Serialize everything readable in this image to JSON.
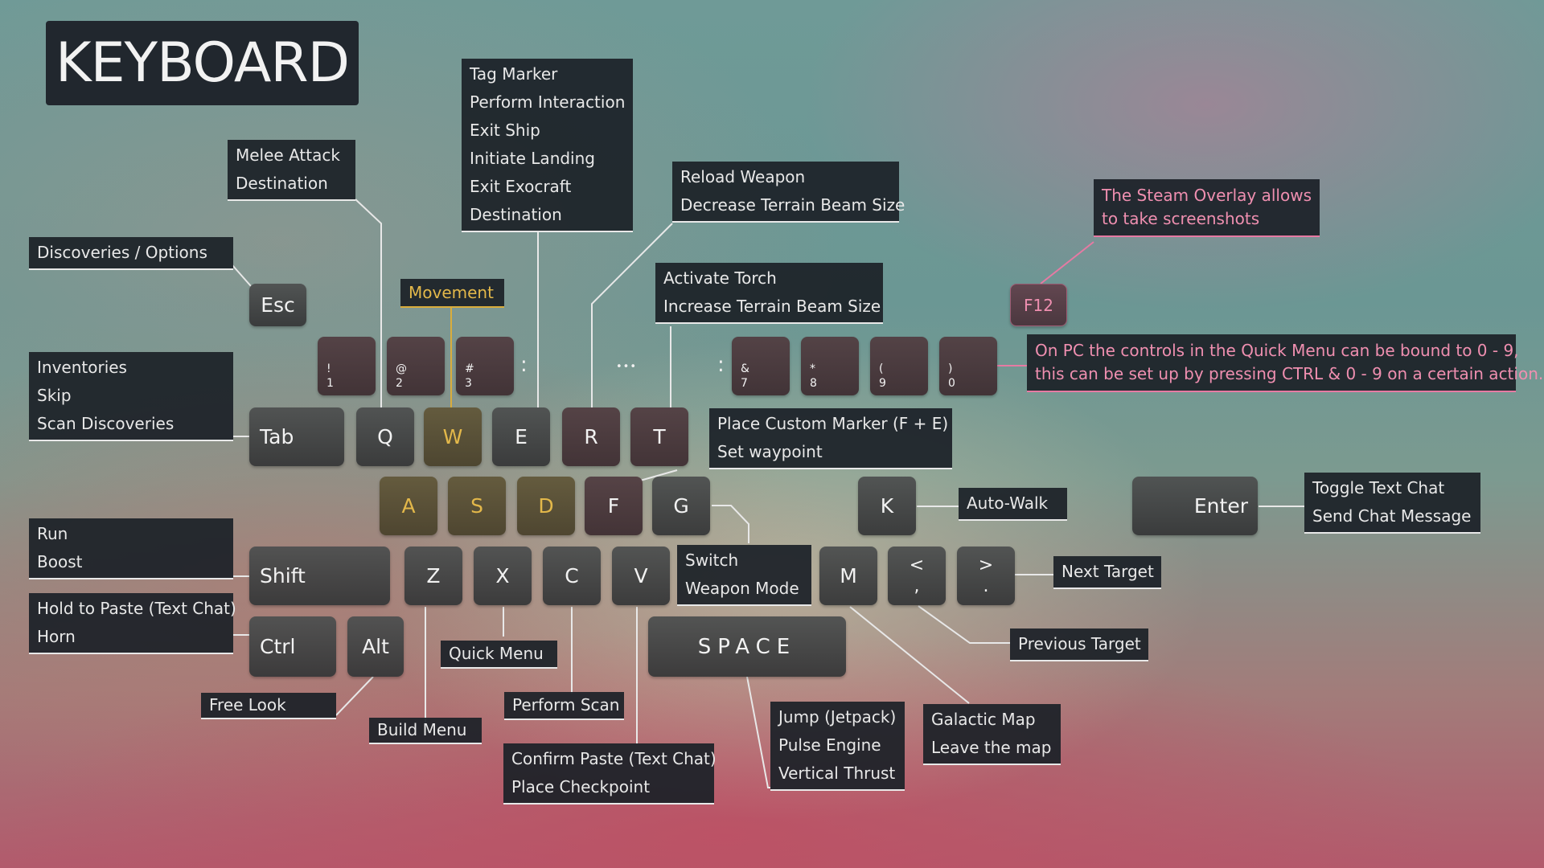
{
  "title": "KEYBOARD",
  "accent_colors": {
    "gold": "#e3b84a",
    "pink": "#ef8fb0",
    "panel": "#1c2128"
  },
  "keys": {
    "esc": "Esc",
    "tab": "Tab",
    "shift": "Shift",
    "ctrl": "Ctrl",
    "alt": "Alt",
    "q": "Q",
    "w": "W",
    "e": "E",
    "r": "R",
    "t": "T",
    "a": "A",
    "s": "S",
    "d": "D",
    "f": "F",
    "g": "G",
    "k": "K",
    "z": "Z",
    "x": "X",
    "c": "C",
    "v": "V",
    "m": "M",
    "lt_top": "<",
    "lt_bottom": ",",
    "gt_top": ">",
    "gt_bottom": ".",
    "space": "SPACE",
    "enter": "Enter",
    "f12": "F12",
    "n1_top": "!",
    "n1_bottom": "1",
    "n2_top": "@",
    "n2_bottom": "2",
    "n3_top": "#",
    "n3_bottom": "3",
    "n7_top": "&",
    "n7_bottom": "7",
    "n8_top": "*",
    "n8_bottom": "8",
    "n9_top": "(",
    "n9_bottom": "9",
    "n0_top": ")",
    "n0_bottom": "0",
    "ellipsis": "•••",
    "colon": ":"
  },
  "labels": {
    "esc": [
      "Discoveries / Options"
    ],
    "q": [
      "Melee Attack",
      "Destination"
    ],
    "e": [
      "Tag Marker",
      "Perform Interaction",
      "Exit Ship",
      "Initiate Landing",
      "Exit Exocraft",
      "Destination"
    ],
    "r": [
      "Reload Weapon",
      "Decrease Terrain Beam Size"
    ],
    "t": [
      "Activate Torch",
      "Increase Terrain Beam Size"
    ],
    "movement": [
      "Movement"
    ],
    "f12": [
      "The Steam Overlay allows",
      "to take screenshots"
    ],
    "numbers": [
      "On PC the controls in the Quick Menu can be bound to 0 - 9,",
      "this can be set up by pressing CTRL & 0 - 9 on a certain action."
    ],
    "tab": [
      "Inventories",
      "Skip",
      "Scan Discoveries"
    ],
    "f": [
      "Place Custom Marker (F + E)",
      "Set waypoint"
    ],
    "k": [
      "Auto-Walk"
    ],
    "enter": [
      "Toggle Text Chat",
      "Send Chat Message"
    ],
    "shift": [
      "Run",
      "Boost"
    ],
    "g": [
      "Switch",
      "Weapon Mode"
    ],
    "gt": [
      "Next Target"
    ],
    "ctrl": [
      "Hold to Paste (Text Chat)",
      "Horn"
    ],
    "x": [
      "Quick Menu"
    ],
    "lt": [
      "Previous Target"
    ],
    "alt": [
      "Free Look"
    ],
    "z": [
      "Build Menu"
    ],
    "c": [
      "Perform Scan"
    ],
    "v": [
      "Confirm Paste (Text Chat)",
      "Place Checkpoint"
    ],
    "space": [
      "Jump (Jetpack)",
      "Pulse Engine",
      "Vertical Thrust"
    ],
    "m": [
      "Galactic Map",
      "Leave the map"
    ]
  }
}
